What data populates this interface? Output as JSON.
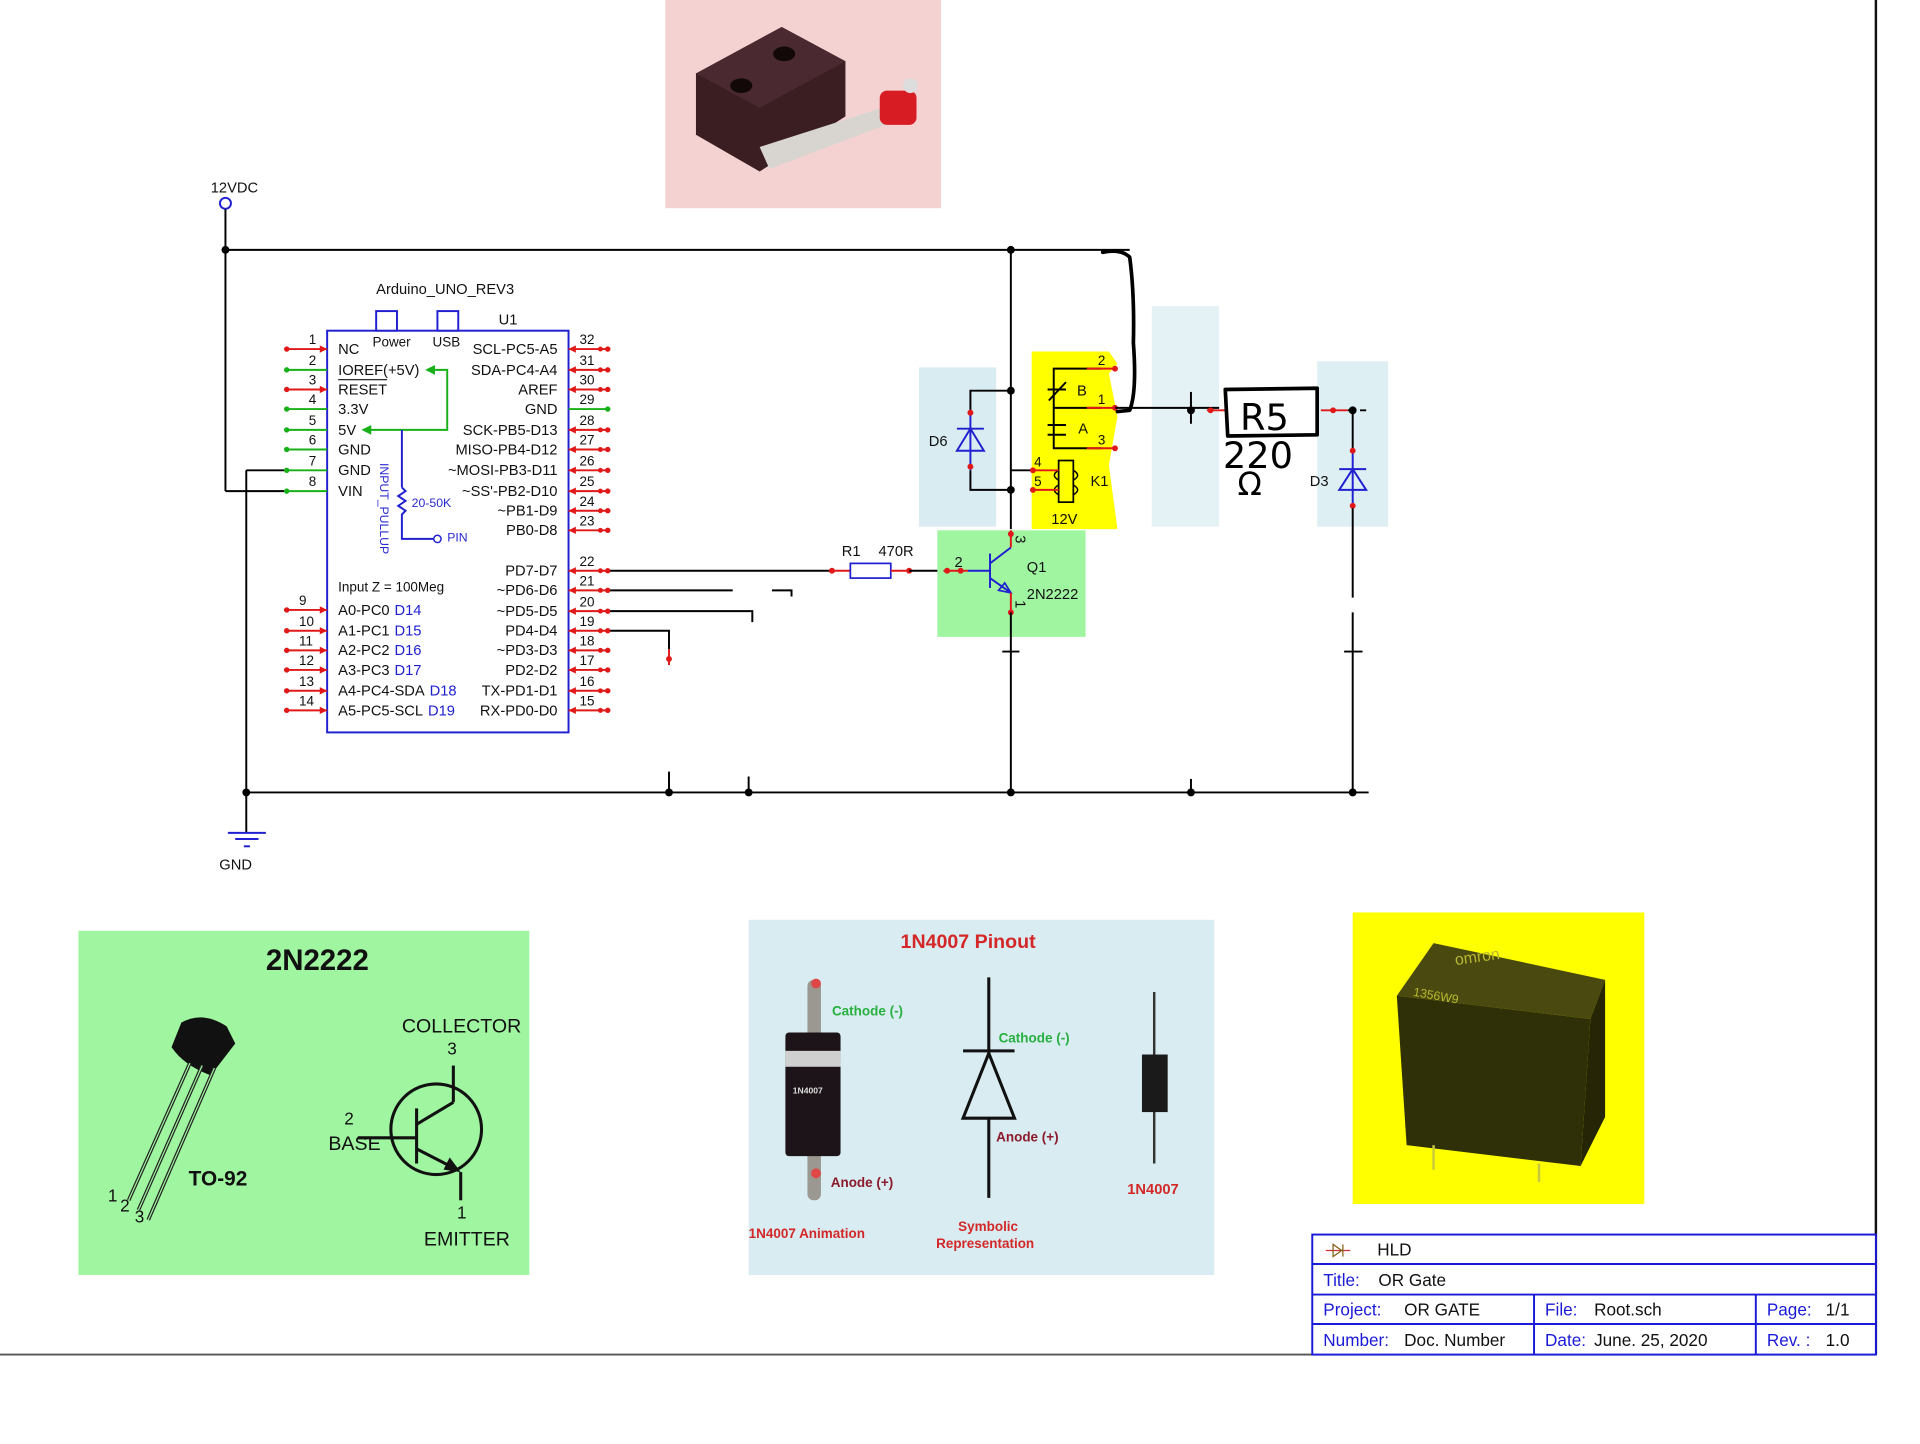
{
  "power": {
    "supply_label": "12VDC",
    "ground_label": "GND"
  },
  "arduino": {
    "name": "Arduino_UNO_REV3",
    "ref": "U1",
    "header_power": "Power",
    "header_usb": "USB",
    "pullup_label": "INPUT_PULLUP",
    "pullup_value": "20-50K",
    "pullup_pin": "PIN",
    "input_z": "Input Z = 100Meg",
    "left_pins": [
      {
        "num": "1",
        "name": "NC"
      },
      {
        "num": "2",
        "name": "IOREF(+5V)"
      },
      {
        "num": "3",
        "name": "RESET"
      },
      {
        "num": "4",
        "name": "3.3V"
      },
      {
        "num": "5",
        "name": "5V"
      },
      {
        "num": "6",
        "name": "GND"
      },
      {
        "num": "7",
        "name": "GND"
      },
      {
        "num": "8",
        "name": "VIN"
      },
      {
        "num": "9",
        "name": "A0-PC0",
        "alt": "D14"
      },
      {
        "num": "10",
        "name": "A1-PC1",
        "alt": "D15"
      },
      {
        "num": "11",
        "name": "A2-PC2",
        "alt": "D16"
      },
      {
        "num": "12",
        "name": "A3-PC3",
        "alt": "D17"
      },
      {
        "num": "13",
        "name": "A4-PC4-SDA",
        "alt": "D18"
      },
      {
        "num": "14",
        "name": "A5-PC5-SCL",
        "alt": "D19"
      }
    ],
    "right_pins": [
      {
        "num": "32",
        "name": "SCL-PC5-A5"
      },
      {
        "num": "31",
        "name": "SDA-PC4-A4"
      },
      {
        "num": "30",
        "name": "AREF"
      },
      {
        "num": "29",
        "name": "GND"
      },
      {
        "num": "28",
        "name": "SCK-PB5-D13"
      },
      {
        "num": "27",
        "name": "MISO-PB4-D12"
      },
      {
        "num": "26",
        "name": "~MOSI-PB3-D11"
      },
      {
        "num": "25",
        "name": "~SS'-PB2-D10"
      },
      {
        "num": "24",
        "name": "~PB1-D9"
      },
      {
        "num": "23",
        "name": "PB0-D8"
      },
      {
        "num": "22",
        "name": "PD7-D7"
      },
      {
        "num": "21",
        "name": "~PD6-D6"
      },
      {
        "num": "20",
        "name": "~PD5-D5"
      },
      {
        "num": "19",
        "name": "PD4-D4"
      },
      {
        "num": "18",
        "name": "~PD3-D3"
      },
      {
        "num": "17",
        "name": "PD2-D2"
      },
      {
        "num": "16",
        "name": "TX-PD1-D1"
      },
      {
        "num": "15",
        "name": "RX-PD0-D0"
      }
    ]
  },
  "r1": {
    "ref": "R1",
    "value": "470R"
  },
  "q1": {
    "ref": "Q1",
    "part": "2N2222",
    "pin_base": "2",
    "pin_collector": "3",
    "pin_emitter": "1"
  },
  "k1": {
    "ref": "K1",
    "voltage": "12V",
    "contact_b": "B",
    "contact_a": "A",
    "pins": [
      "2",
      "1",
      "3",
      "4",
      "5"
    ]
  },
  "d6": {
    "ref": "D6"
  },
  "d3": {
    "ref": "D3"
  },
  "r5_handwritten": {
    "ref": "R5",
    "value": "220",
    "unit": "Ω"
  },
  "panel_transistor": {
    "title": "2N2222",
    "package": "TO-92",
    "lead_numbers": [
      "1",
      "2",
      "3"
    ],
    "collector_label": "COLLECTOR",
    "collector_num": "3",
    "base_label": "BASE",
    "base_num": "2",
    "emitter_label": "EMITTER",
    "emitter_num": "1"
  },
  "panel_diode": {
    "title": "1N4007 Pinout",
    "cathode_label": "Cathode (-)",
    "anode_label": "Anode (+)",
    "body_text": "1N4007",
    "caption_animation": "1N4007 Animation",
    "caption_symbol_line1": "Symbolic",
    "caption_symbol_line2": "Representation",
    "caption_photo": "1N4007"
  },
  "panel_relay": {
    "brand_text": "omron",
    "code_text": "1356W9"
  },
  "title_block": {
    "heading": "HLD",
    "title_label": "Title:",
    "title_value": "OR Gate",
    "project_label": "Project:",
    "project_value": "OR GATE",
    "file_label": "File:",
    "file_value": "Root.sch",
    "page_label": "Page:",
    "page_value": "1/1",
    "number_label": "Number:",
    "number_value": "Doc. Number",
    "date_label": "Date:",
    "date_value": "June. 25, 2020",
    "rev_label": "Rev. :",
    "rev_value": "1.0"
  },
  "colors": {
    "pin_red": "#e01818",
    "pin_green": "#18b018",
    "symbol_blue": "#2020d0",
    "relay_yellow": "#ffff00",
    "transistor_green": "#a0f5a0",
    "diode_panel": "#d8ecf2",
    "switch_pink": "#f5d2d2"
  }
}
